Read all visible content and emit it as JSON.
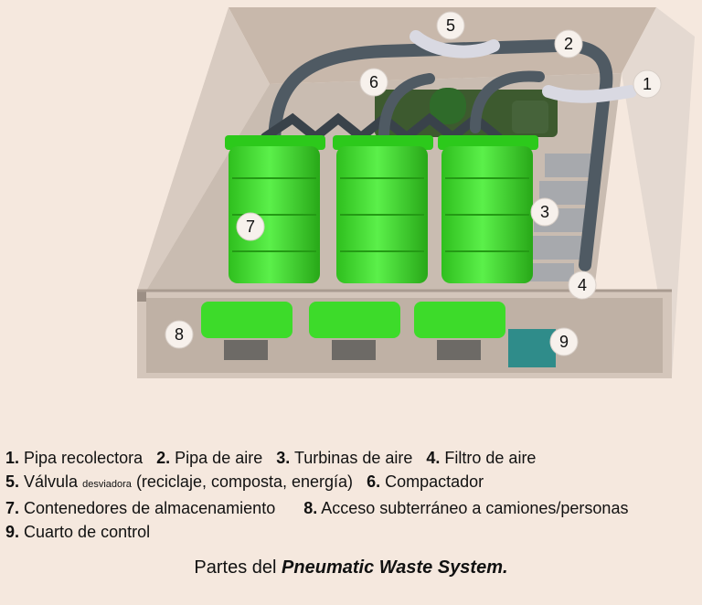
{
  "callouts": [
    "1",
    "2",
    "3",
    "4",
    "5",
    "6",
    "7",
    "8",
    "9"
  ],
  "legend": {
    "row1": [
      {
        "num": "1.",
        "text": "Pipa recolectora"
      },
      {
        "num": "2.",
        "text": "Pipa de aire"
      },
      {
        "num": "3.",
        "text": "Turbinas de aire"
      },
      {
        "num": "4.",
        "text": "Filtro de aire"
      }
    ],
    "row2": {
      "num5": "5.",
      "text5a": "Válvula",
      "text5b": "desviadora",
      "text5c": "(reciclaje, composta, energía)",
      "num6": "6.",
      "text6": "Compactador"
    },
    "row3": [
      {
        "num": "7.",
        "text": "Contenedores de almacenamiento"
      },
      {
        "num": "8.",
        "text": "Acceso subterráneo a camiones/personas"
      }
    ],
    "row4": [
      {
        "num": "9.",
        "text": "Cuarto de control"
      }
    ]
  },
  "caption": {
    "prefix": "Partes del",
    "emphasis": "Pneumatic Waste System."
  },
  "colors": {
    "background": "#f5e8de",
    "box_outer": "#e2d7cf",
    "box_inner": "#cdbfb3",
    "container_green": "#3ddb2a",
    "pipe": "#4f5a63",
    "control_room": "#2f8c8a"
  }
}
